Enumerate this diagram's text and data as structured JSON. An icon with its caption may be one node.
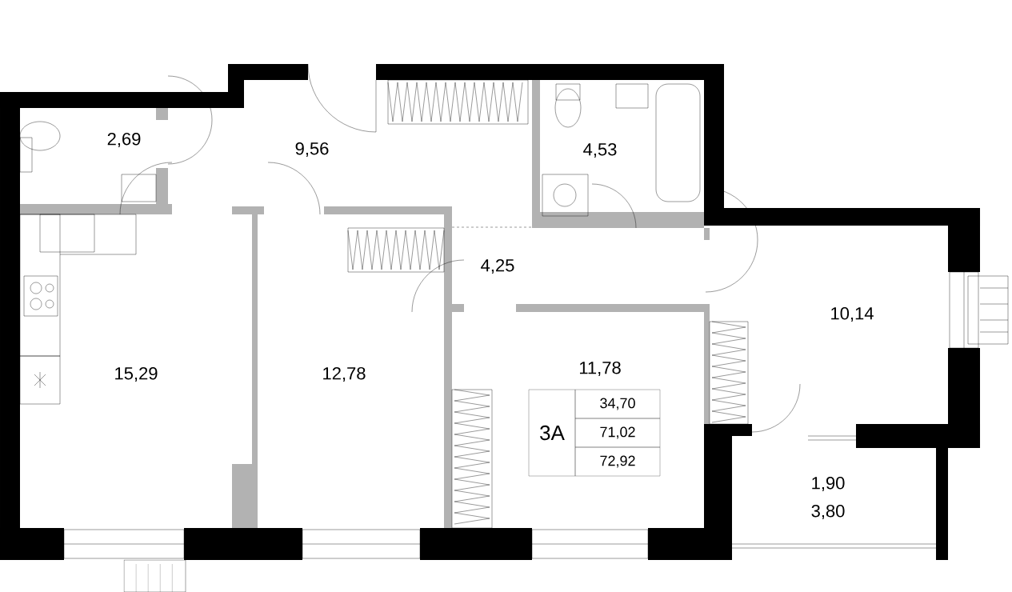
{
  "diagram": {
    "labels": [
      "2,69",
      "9,56",
      "4,53",
      "4,25",
      "10,14",
      "15,29",
      "12,78",
      "11,78",
      "3A",
      "34,70",
      "71,02",
      "72,92",
      "1,90",
      "3,80"
    ]
  }
}
